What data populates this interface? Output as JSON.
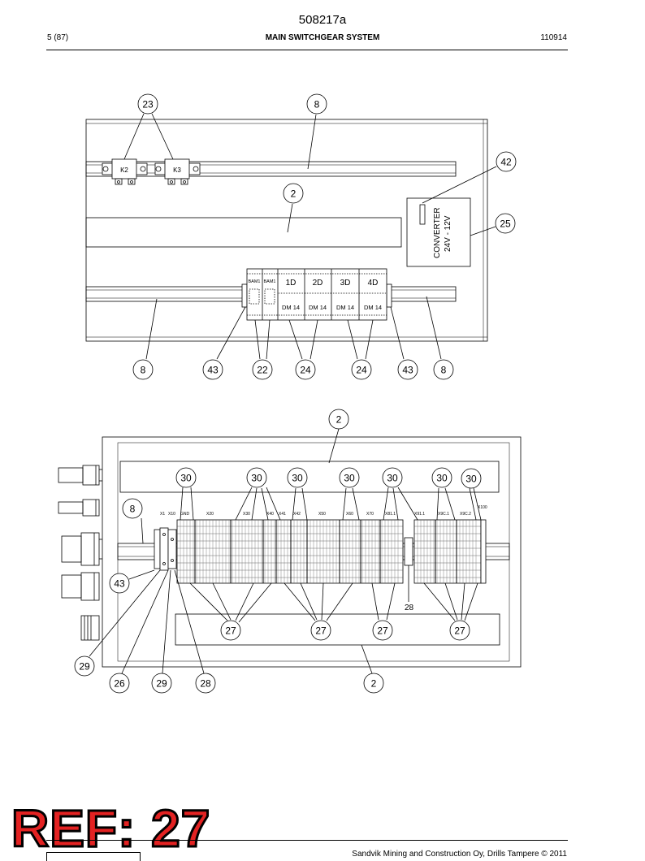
{
  "header": {
    "doc_number": "508217a",
    "page": "5 (87)",
    "title": "MAIN SWITCHGEAR SYSTEM",
    "code": "110914"
  },
  "top_drawing": {
    "relays": [
      "K2",
      "K3"
    ],
    "converter_label": "CONVERTER",
    "converter_voltage": "24V - 12V",
    "modules": [
      {
        "top": "BAM1",
        "bottom": ""
      },
      {
        "top": "BAM1",
        "bottom": ""
      },
      {
        "top": "1D",
        "bottom": "DM 14"
      },
      {
        "top": "2D",
        "bottom": "DM 14"
      },
      {
        "top": "3D",
        "bottom": "DM 14"
      },
      {
        "top": "4D",
        "bottom": "DM 14"
      }
    ],
    "callouts": [
      "23",
      "8",
      "42",
      "2",
      "25",
      "8",
      "43",
      "22",
      "24",
      "24",
      "43",
      "8"
    ]
  },
  "bottom_drawing": {
    "terminal_labels": [
      "X1",
      "X10",
      "GND",
      "X20",
      "X30",
      "X40",
      "X41",
      "X42",
      "X50",
      "X60",
      "X70",
      "X81.1",
      "X91.1",
      "X9C.1",
      "X9C.2",
      "X100"
    ],
    "callouts_top": [
      "2",
      "30",
      "30",
      "30",
      "30",
      "30",
      "30",
      "30",
      "8"
    ],
    "callouts_bottom": [
      "43",
      "27",
      "27",
      "27",
      "27",
      "29",
      "26",
      "29",
      "28",
      "2"
    ],
    "inline_label": "28"
  },
  "footer": {
    "stamp": "REF: 27",
    "copyright": "Sandvik Mining and Construction Oy, Drills Tampere © 2011"
  }
}
